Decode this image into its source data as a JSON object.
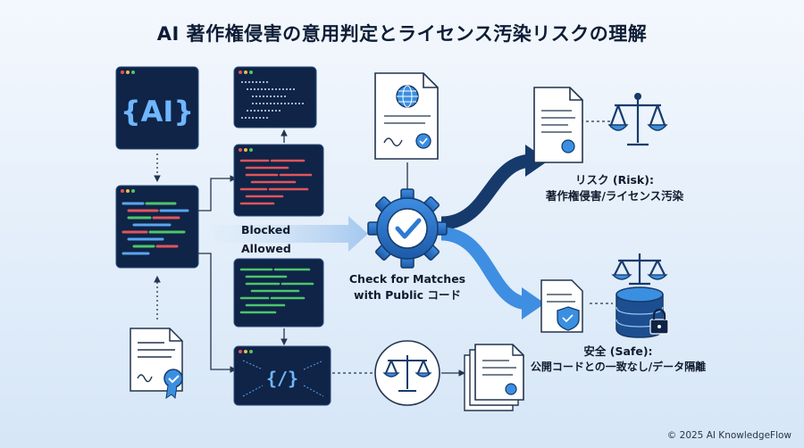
{
  "title": "AI 著作権侵害の意用判定とライセンス汚染リスクの理解",
  "labels": {
    "ai_chip": "{AI}",
    "blocked": "Blocked",
    "allowed": "Allowed",
    "check_line1": "Check for Matches",
    "check_line2": "with Public コード",
    "risk_title": "リスク (Risk):",
    "risk_desc": "著作権侵害/ライセンス汚染",
    "safe_title": "安全 (Safe):",
    "safe_desc": "公開コードとの一致なし/データ隔離",
    "code_brackets": "{/}"
  },
  "footer": {
    "copyright": "© 2025 AI KnowledgeFlow"
  },
  "colors": {
    "navy": "#0f2447",
    "accent": "#3b8fe0",
    "dark_arrow": "#163a6b",
    "light_arrow": "#3e8ee2",
    "green_code": "#4fc46a",
    "red_code": "#e0555a",
    "blue_code": "#5aa5f0"
  }
}
